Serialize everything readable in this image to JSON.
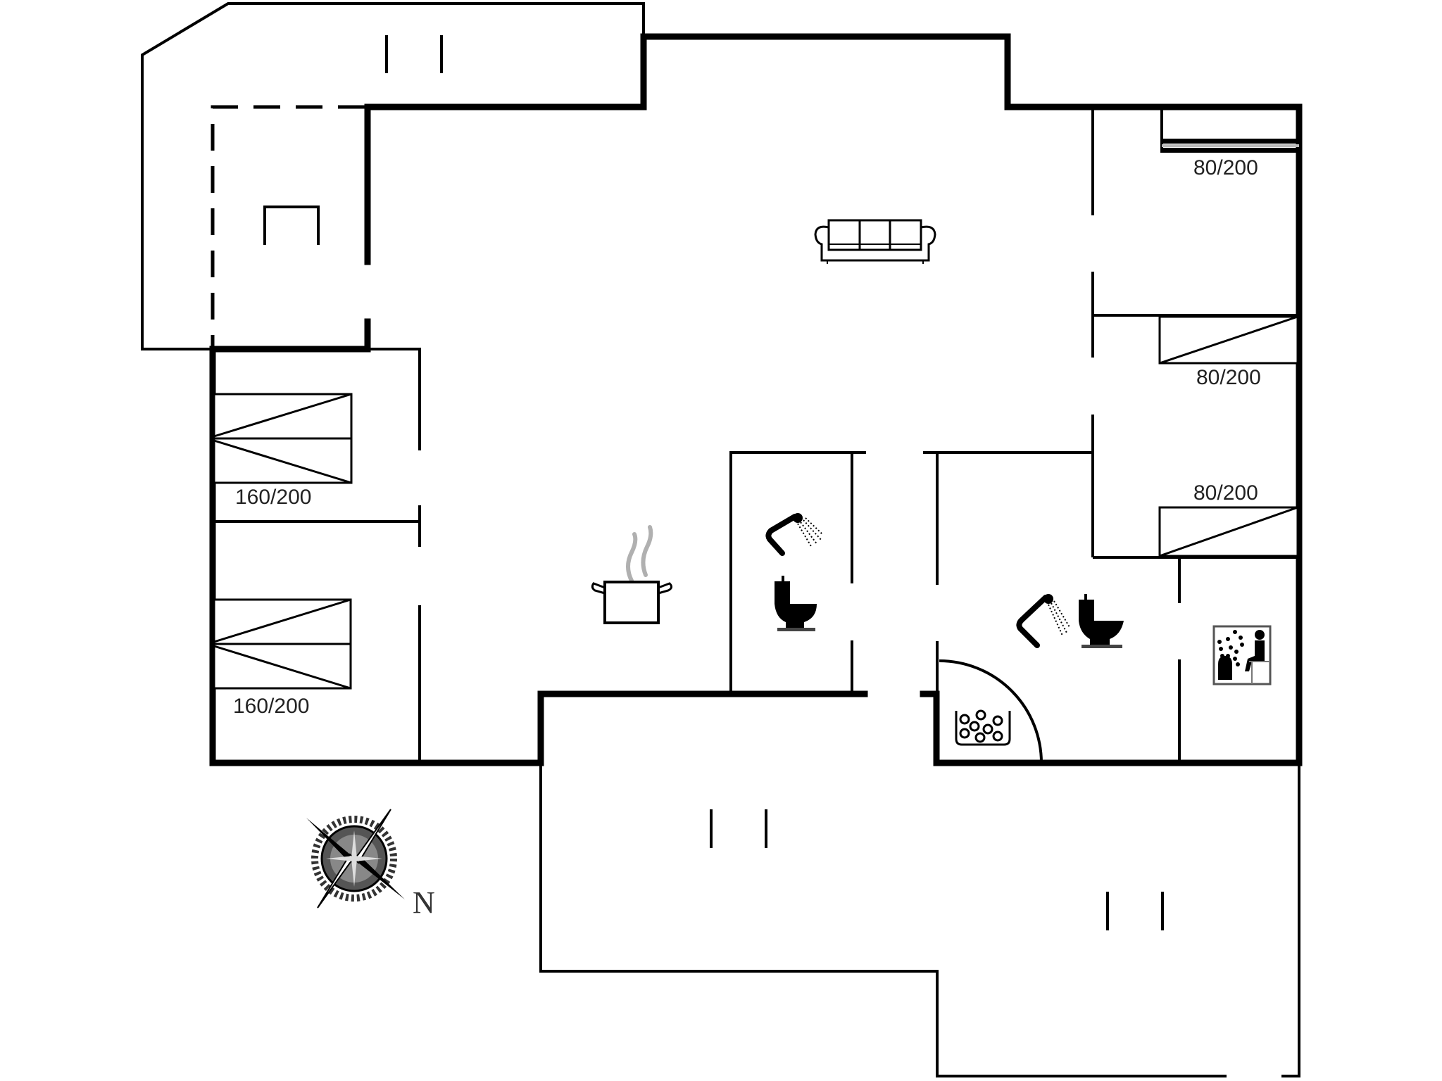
{
  "plan": {
    "type": "floor plan",
    "background": "#ffffff",
    "line_color": "#000000",
    "steam_color": "#b0b0b0"
  },
  "beds": [
    {
      "id": "bunk-bed-top-right",
      "label": "80/200",
      "kind": "bunk"
    },
    {
      "id": "bed-right-middle",
      "label": "80/200",
      "kind": "single"
    },
    {
      "id": "bed-right-lower",
      "label": "80/200",
      "kind": "single"
    },
    {
      "id": "bed-left-upper",
      "label": "160/200",
      "kind": "double"
    },
    {
      "id": "bed-left-lower",
      "label": "160/200",
      "kind": "double"
    }
  ],
  "icons": [
    {
      "name": "sofa-icon",
      "room": "living room"
    },
    {
      "name": "cooking-pot-icon",
      "room": "kitchen"
    },
    {
      "name": "shower-icon",
      "room": "bathroom 1"
    },
    {
      "name": "toilet-icon",
      "room": "bathroom 1"
    },
    {
      "name": "shower-icon",
      "room": "bathroom 2"
    },
    {
      "name": "toilet-icon",
      "room": "bathroom 2"
    },
    {
      "name": "whirlpool-icon",
      "room": "bathroom 2"
    },
    {
      "name": "sauna-icon",
      "room": "sauna"
    },
    {
      "name": "fireplace-icon",
      "room": "entrance"
    },
    {
      "name": "compass-rose-icon",
      "room": "outside"
    }
  ],
  "compass": {
    "north_label": "N"
  }
}
